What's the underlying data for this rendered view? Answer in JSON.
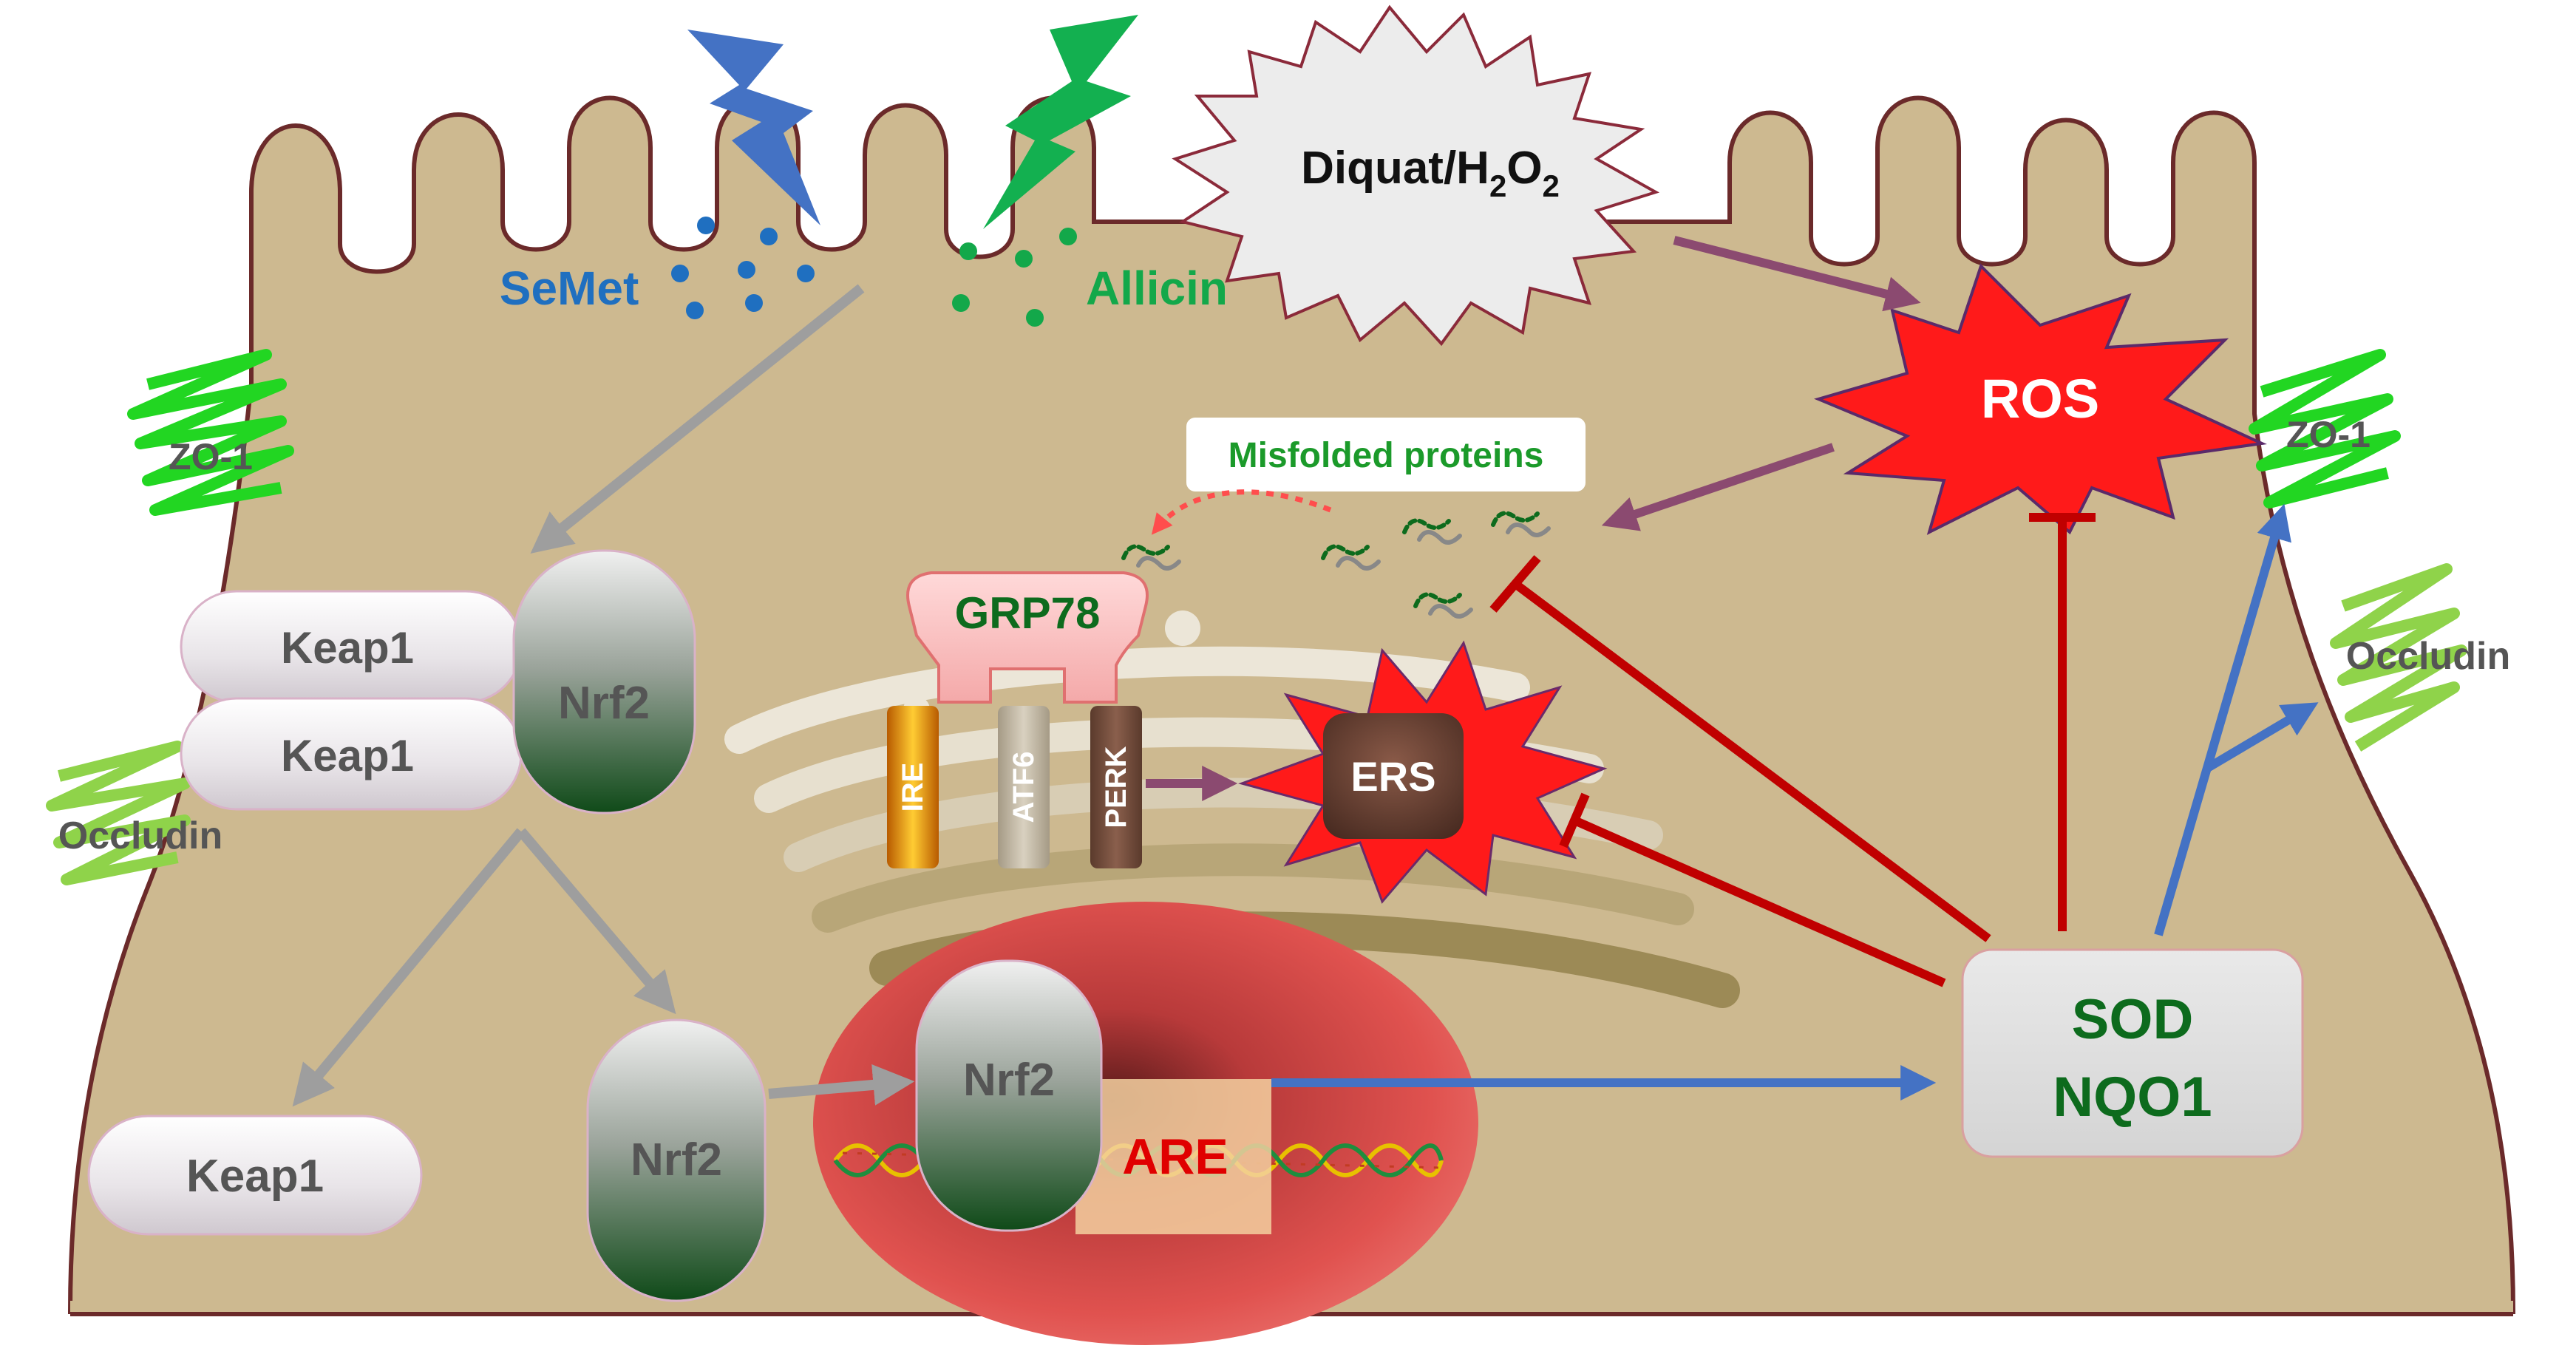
{
  "labels": {
    "semet": "SeMet",
    "allicin": "Allicin",
    "diquat_prefix": "Diquat/H",
    "diquat_sub1": "2",
    "diquat_mid": "O",
    "diquat_sub2": "2",
    "ros": "ROS",
    "misfolded": "Misfolded proteins",
    "grp78": "GRP78",
    "ire": "IRE",
    "atf6": "ATF6",
    "perk": "PERK",
    "ers": "ERS",
    "keap1_top": "Keap1",
    "keap1_mid": "Keap1",
    "keap1_free": "Keap1",
    "nrf2_complex": "Nrf2",
    "nrf2_cyto": "Nrf2",
    "nrf2_nuc": "Nrf2",
    "are": "ARE",
    "sod": "SOD",
    "nqo1": "NQO1",
    "zo1_left": "ZO-1",
    "zo1_right": "ZO-1",
    "occludin_left": "Occludin",
    "occludin_right": "Occludin"
  },
  "colors": {
    "cell": "#cdb990",
    "cell_outline": "#6b2a2a",
    "semet": "#1f6fc0",
    "allicin": "#13a84a",
    "inhibit": "#c00000",
    "activate": "#4472c4",
    "ros_arrow": "#8b4a70",
    "gray_arrow": "#9e9e9e",
    "nucleus": "#e0524f",
    "dark_green_text": "#0d6b1d",
    "ros_fill": "#ff1a1a"
  },
  "icons": {
    "semet_stimulus": "lightning-bolt-icon",
    "allicin_stimulus": "lightning-bolt-icon",
    "tight_junction": "scribble-icon",
    "dna": "dna-helix-icon"
  }
}
